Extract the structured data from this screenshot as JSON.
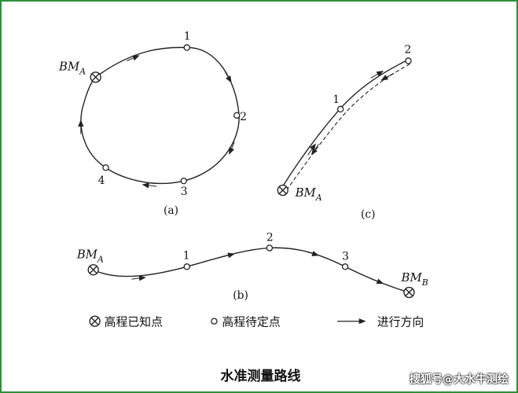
{
  "diagram": {
    "panel_a": {
      "label": "(a)",
      "bm": "BM",
      "bm_sub": "A",
      "points": [
        "1",
        "2",
        "3",
        "4"
      ]
    },
    "panel_b": {
      "label": "(b)",
      "bm_start": "BM",
      "bm_start_sub": "A",
      "bm_end": "BM",
      "bm_end_sub": "B",
      "points": [
        "1",
        "2",
        "3"
      ]
    },
    "panel_c": {
      "label": "(c)",
      "bm": "BM",
      "bm_sub": "A",
      "points": [
        "1",
        "2"
      ]
    },
    "legend": {
      "known": "高程已知点",
      "unknown": "高程待定点",
      "direction": "进行方向"
    },
    "caption": "水准测量路线",
    "watermark": "搜狐号@大水牛测绘",
    "colors": {
      "line": "#222222",
      "border": "#2f8f3a"
    }
  }
}
